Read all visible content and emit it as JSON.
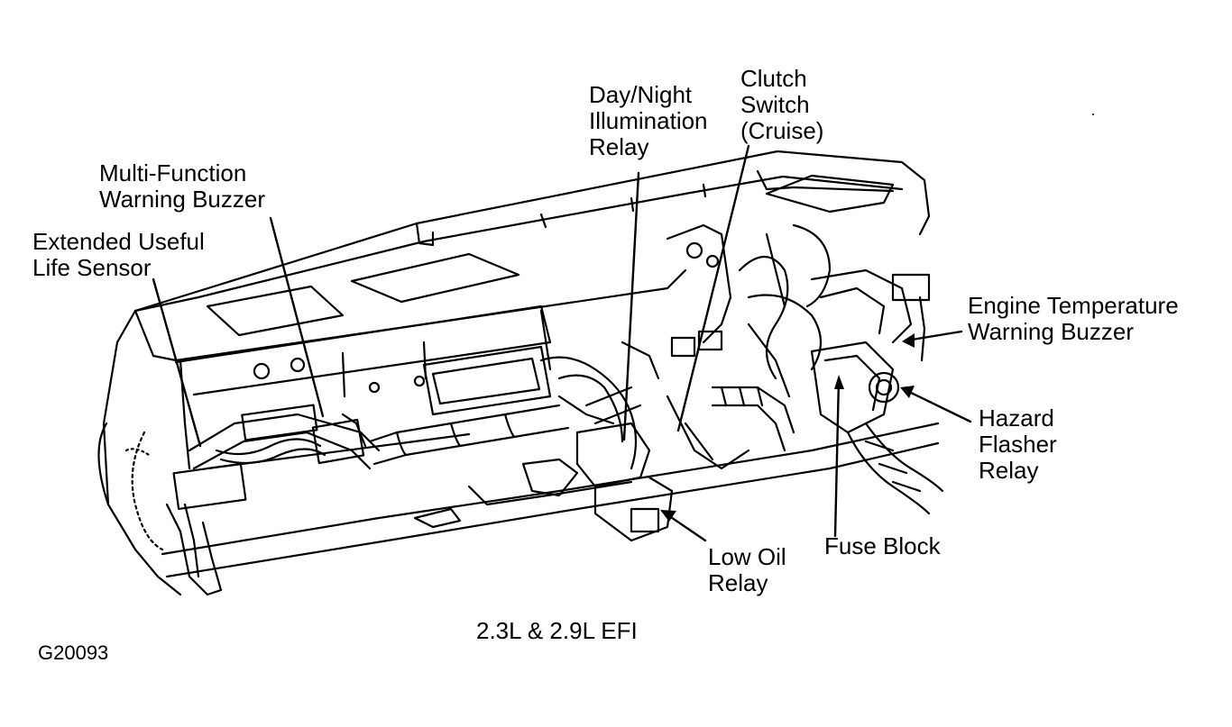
{
  "labels": {
    "multi_function_buzzer": [
      "Multi-Function",
      "Warning Buzzer"
    ],
    "extended_life_sensor": [
      "Extended Useful",
      "Life Sensor"
    ],
    "day_night_relay": [
      "Day/Night",
      "Illumination",
      "Relay"
    ],
    "clutch_switch": [
      "Clutch",
      "Switch",
      "(Cruise)"
    ],
    "engine_temp_buzzer": [
      "Engine Temperature",
      "Warning Buzzer"
    ],
    "hazard_flasher_relay": [
      "Hazard",
      "Flasher",
      "Relay"
    ],
    "fuse_block": "Fuse Block",
    "low_oil_relay": [
      "Low Oil",
      "Relay"
    ]
  },
  "caption": "2.3L & 2.9L EFI",
  "figure_id": "G20093"
}
